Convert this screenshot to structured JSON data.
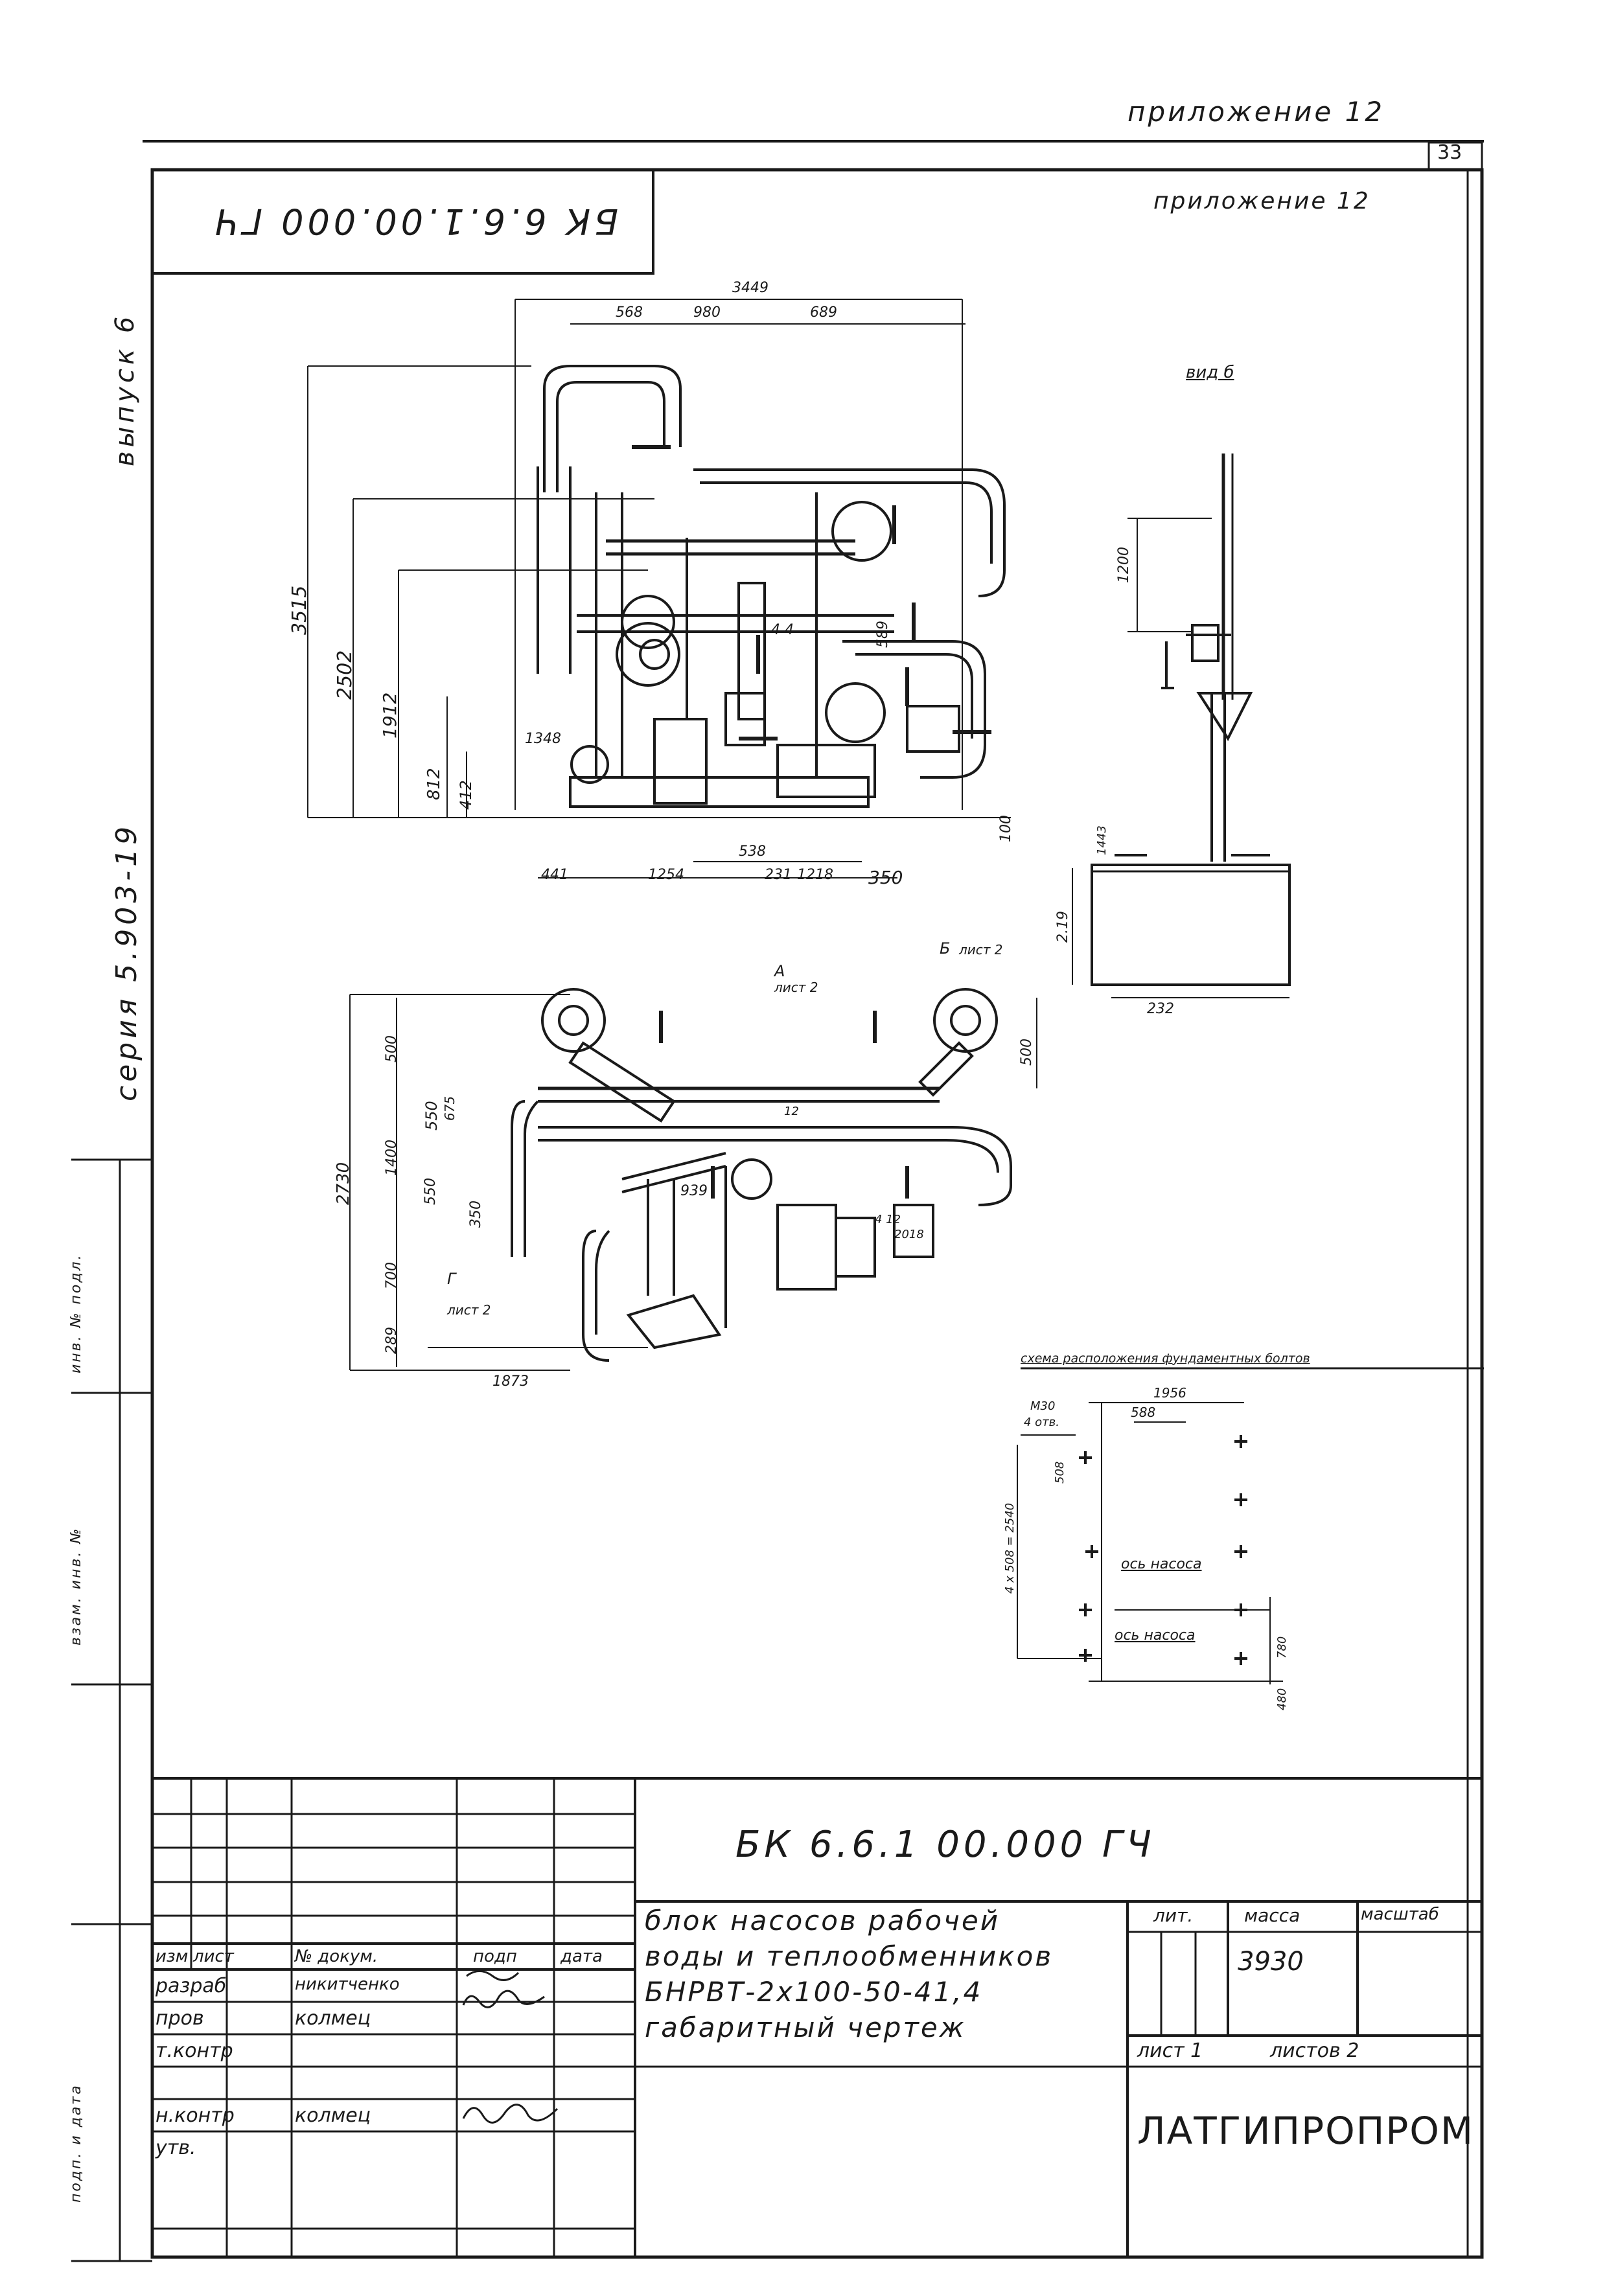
{
  "header": {
    "appendix_top": "приложение 12",
    "sheet_number": "33",
    "appendix_inner": "приложение 12",
    "code_box_mirrored": "БК 6.6.1.00.000 ГЧ"
  },
  "left_margin": {
    "issue": "выпуск 6",
    "series": "серия 5.903-19",
    "strip_labels": [
      "подп. и дата",
      "взам. инв. №",
      "инв. № подл."
    ]
  },
  "drawing": {
    "top_view_dims": {
      "overall_width": "3449",
      "segment_1": "568",
      "segment_2": "980",
      "segment_3": "689",
      "height_total": "3515",
      "height_2": "2502",
      "height_3": "1912",
      "height_4": "812",
      "height_5": "412",
      "pipe_dim": "1348",
      "bottom_1": "441",
      "bottom_2": "1254",
      "bottom_3": "538",
      "bottom_4": "231",
      "bottom_5": "1218",
      "bottom_6": "350",
      "bottom_7": "100",
      "side_1": "589",
      "side_2": "4 4"
    },
    "view_b": {
      "label": "вид б",
      "dim_height": "1200",
      "dim_small": "1443",
      "dim_vessel_height": "2.19",
      "dim_vessel_width": "232"
    },
    "plan_view_dims": {
      "section_a": "А",
      "section_a_sheet": "лист 2",
      "section_b": "Б",
      "section_b_sheet": "лист 2",
      "section_g": "Г",
      "section_g_sheet": "лист 2",
      "total_height": "2730",
      "d1": "500",
      "d2": "550",
      "d3": "1400",
      "d4": "550",
      "d5": "350",
      "d6": "700",
      "d7": "289",
      "d8": "500",
      "d9": "1873",
      "d10": "939",
      "d11": "4 12",
      "d12": "12",
      "d13": "675",
      "d14": "2018"
    },
    "foundation": {
      "title": "схема расположения фундаментных болтов",
      "dim_top": "1956",
      "dim_mid": "588",
      "bolt_label": "М30",
      "bolt_count": "4 отв.",
      "dim_side": "508",
      "dim_vertical": "4 x 508 = 2540",
      "axis_1": "ось насоса",
      "axis_2": "ось насоса",
      "dim_right": "780",
      "dim_right2": "480"
    }
  },
  "title_block": {
    "code": "БК 6.6.1 00.000 ГЧ",
    "description": [
      "блок насосов рабочей",
      "воды и теплообменников",
      "БНРВТ-2х100-50-41,4",
      "габаритный чертеж"
    ],
    "cols": {
      "izm": "изм",
      "list": "лист",
      "doc": "№ докум.",
      "sign": "подп",
      "date": "дата"
    },
    "roles": [
      {
        "role": "разраб",
        "name": "никитченко"
      },
      {
        "role": "пров",
        "name": "колмец"
      },
      {
        "role": "т.контр",
        "name": ""
      },
      {
        "role": "",
        "name": ""
      },
      {
        "role": "н.контр",
        "name": "колмец"
      },
      {
        "role": "утв.",
        "name": ""
      }
    ],
    "lit_label": "лит.",
    "mass_label": "масса",
    "scale_label": "масштаб",
    "mass_value": "3930",
    "sheet_label": "лист 1",
    "sheets_label": "листов 2",
    "organization": "ЛАТГИПРОПРОМ"
  }
}
